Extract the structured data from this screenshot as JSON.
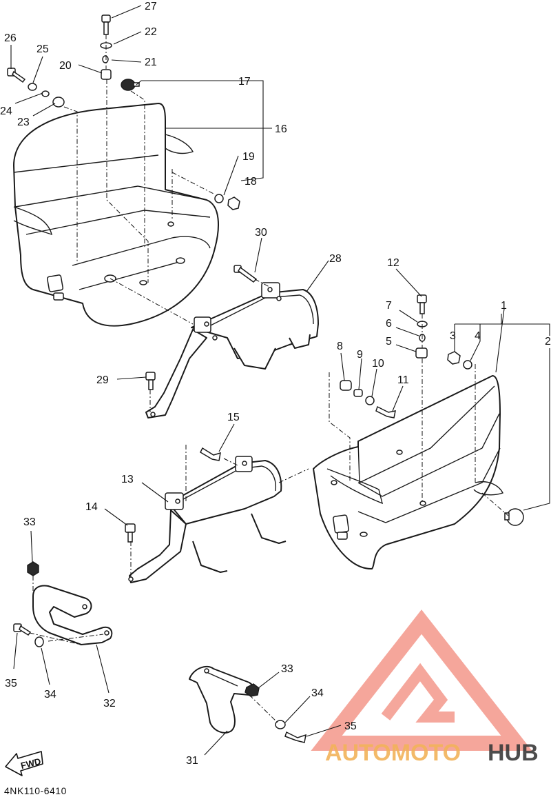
{
  "diagram": {
    "code": "4NK110-6410",
    "fwd_label": "FWD",
    "labels": [
      {
        "id": "1",
        "text": "1"
      },
      {
        "id": "2",
        "text": "2"
      },
      {
        "id": "3",
        "text": "3"
      },
      {
        "id": "4",
        "text": "4"
      },
      {
        "id": "5",
        "text": "5"
      },
      {
        "id": "6",
        "text": "6"
      },
      {
        "id": "7",
        "text": "7"
      },
      {
        "id": "8",
        "text": "8"
      },
      {
        "id": "9",
        "text": "9"
      },
      {
        "id": "10",
        "text": "10"
      },
      {
        "id": "11",
        "text": "11"
      },
      {
        "id": "12",
        "text": "12"
      },
      {
        "id": "13",
        "text": "13"
      },
      {
        "id": "14",
        "text": "14"
      },
      {
        "id": "15",
        "text": "15"
      },
      {
        "id": "16",
        "text": "16"
      },
      {
        "id": "17",
        "text": "17"
      },
      {
        "id": "18",
        "text": "18"
      },
      {
        "id": "19",
        "text": "19"
      },
      {
        "id": "20",
        "text": "20"
      },
      {
        "id": "21",
        "text": "21"
      },
      {
        "id": "22",
        "text": "22"
      },
      {
        "id": "23",
        "text": "23"
      },
      {
        "id": "24",
        "text": "24"
      },
      {
        "id": "25",
        "text": "25"
      },
      {
        "id": "26",
        "text": "26"
      },
      {
        "id": "27",
        "text": "27"
      },
      {
        "id": "28",
        "text": "28"
      },
      {
        "id": "29",
        "text": "29"
      },
      {
        "id": "30",
        "text": "30"
      },
      {
        "id": "31",
        "text": "31"
      },
      {
        "id": "32",
        "text": "32"
      },
      {
        "id": "33a",
        "text": "33"
      },
      {
        "id": "33b",
        "text": "33"
      },
      {
        "id": "34a",
        "text": "34"
      },
      {
        "id": "34b",
        "text": "34"
      },
      {
        "id": "35a",
        "text": "35"
      },
      {
        "id": "35b",
        "text": "35"
      }
    ]
  },
  "watermark": {
    "word_part1": "AUTOMOTO",
    "word_part2": "HUB",
    "color_primary": "#f07c6c",
    "color_secondary": "#f2b35a",
    "color_dark": "#3a3a3a"
  }
}
